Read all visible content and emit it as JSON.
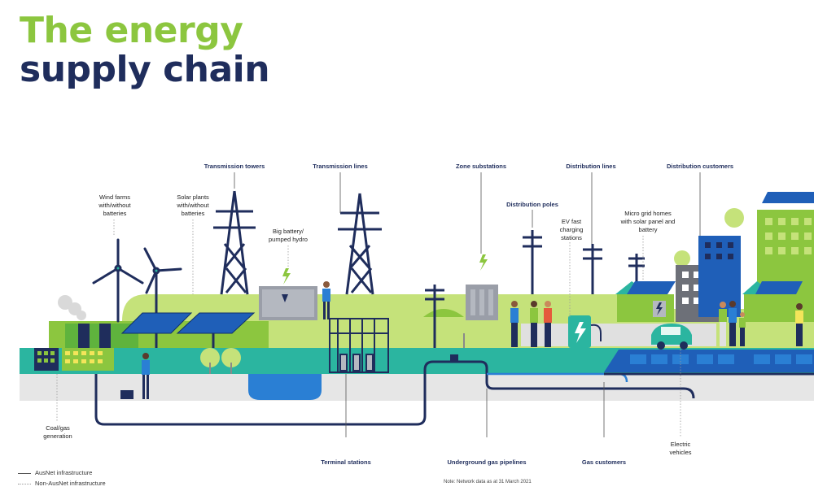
{
  "title": {
    "line1": "The energy",
    "line2": "supply chain"
  },
  "headers": {
    "transmission_towers": "Transmission towers",
    "transmission_lines": "Transmission lines",
    "zone_substations": "Zone substations",
    "distribution_lines": "Distribution lines",
    "distribution_customers": "Distribution customers",
    "distribution_poles": "Distribution poles",
    "terminal_stations": "Terminal stations",
    "underground_gas_pipelines": "Underground gas pipelines",
    "gas_customers": "Gas customers"
  },
  "labels": {
    "wind_farms": "Wind farms with/without batteries",
    "solar_plants": "Solar plants with/without batteries",
    "big_battery": "Big battery/ pumped hydro",
    "ev_charging": "EV fast charging stations",
    "micro_grid": "Micro grid homes with solar panel and battery",
    "coal_gas": "Coal/gas generation",
    "electric_vehicles": "Electric vehicles"
  },
  "legend": {
    "ausnet": "AusNet infrastructure",
    "non_ausnet": "Non-AusNet infrastructure"
  },
  "note": "Note: Network data as at 31 March 2021",
  "colors": {
    "green": "#8cc63f",
    "navy": "#1f2d5c",
    "teal": "#2bb5a0",
    "light_green": "#c5e27a",
    "blue": "#2a7fd4"
  }
}
